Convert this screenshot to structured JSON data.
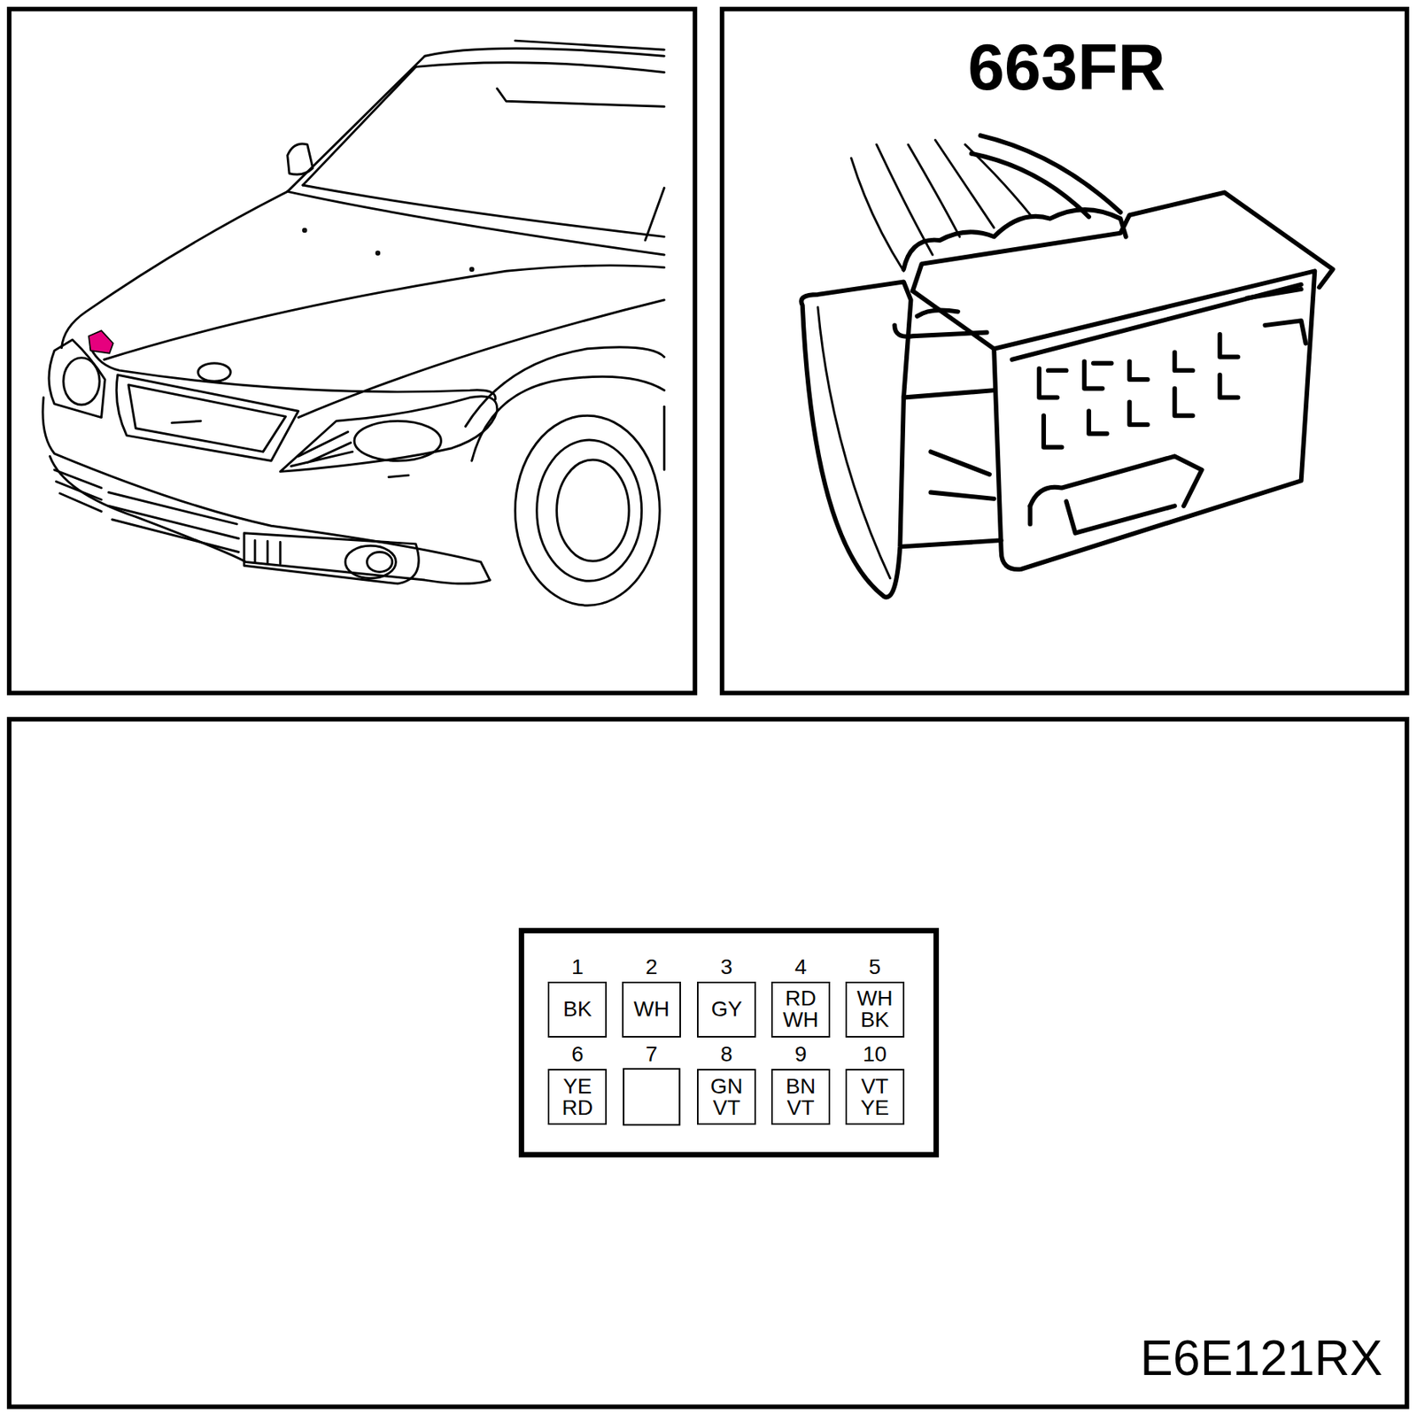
{
  "diagram": {
    "title": "663FR",
    "nodes": [
      {
        "text": [
          "1",
          "BK"
        ]
      },
      {
        "text": [
          "2",
          "WH"
        ]
      },
      {
        "text": [
          "3",
          "GY"
        ]
      },
      {
        "text": [
          "4",
          "RD WH"
        ]
      },
      {
        "text": [
          "5",
          "WH BK"
        ]
      },
      {
        "text": [
          "6",
          "YE RD"
        ]
      },
      {
        "text": [
          "7"
        ]
      },
      {
        "text": [
          "8",
          "GN VT"
        ]
      },
      {
        "text": [
          "9",
          "BN VT"
        ]
      },
      {
        "text": [
          "10",
          "VT YE"
        ]
      }
    ],
    "labels": [
      "E6E121RX"
    ]
  }
}
